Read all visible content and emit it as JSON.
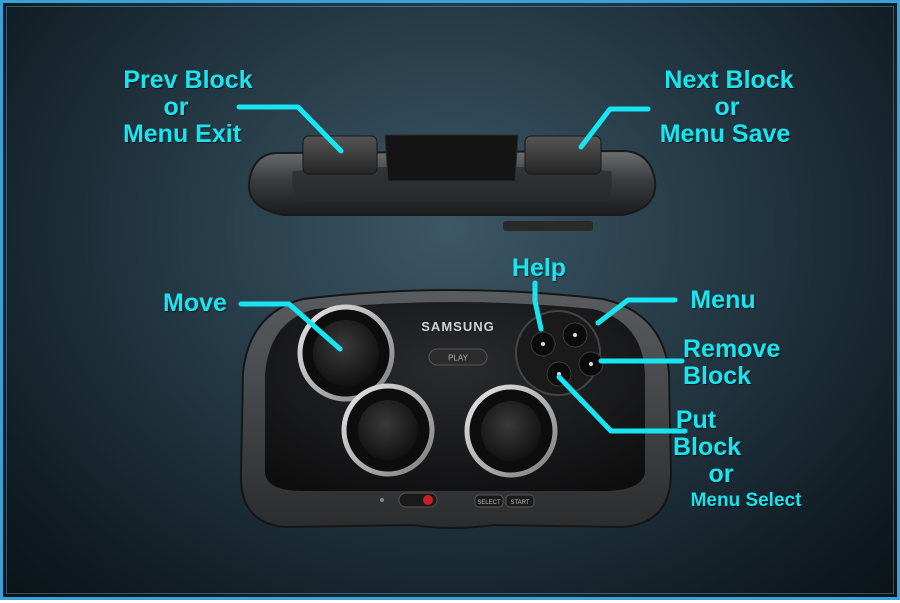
{
  "accent_color": "#17e6f2",
  "device": {
    "brand": "SAMSUNG",
    "play_button": "PLAY",
    "select_button": "SELECT",
    "start_button": "START"
  },
  "labels": {
    "prev_block": "Prev Block",
    "prev_or": "or",
    "menu_exit": "Menu Exit",
    "next_block": "Next Block",
    "next_or": "or",
    "menu_save": "Menu Save",
    "help": "Help",
    "menu": "Menu",
    "move": "Move",
    "remove_block_1": "Remove",
    "remove_block_2": "Block",
    "put_block_1": "Put",
    "put_block_2": "Block",
    "put_or": "or",
    "menu_select": "Menu Select"
  }
}
